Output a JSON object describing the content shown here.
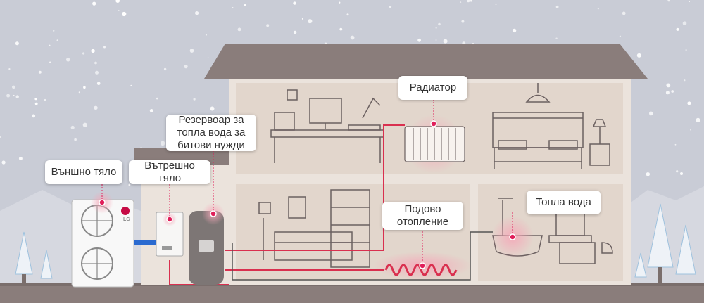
{
  "brand": {
    "logo_text": "LG"
  },
  "labels": {
    "outdoor_unit": "Външно тяло",
    "indoor_unit": "Вътрешно тяло",
    "dhw_tank": "Резервоар за\nтопла вода за\nбитови нужди",
    "radiator": "Радиатор",
    "floor_heating": "Подово\nотопление",
    "hot_water": "Топла вода"
  },
  "colors": {
    "sky": "#c9ccd6",
    "roof": "#8a7d7b",
    "wall": "#ebe3dc",
    "room": "#e3d8cf",
    "pipe": "#d9304f",
    "marker": "#e01f5a",
    "ground": "#8a7d7b"
  }
}
